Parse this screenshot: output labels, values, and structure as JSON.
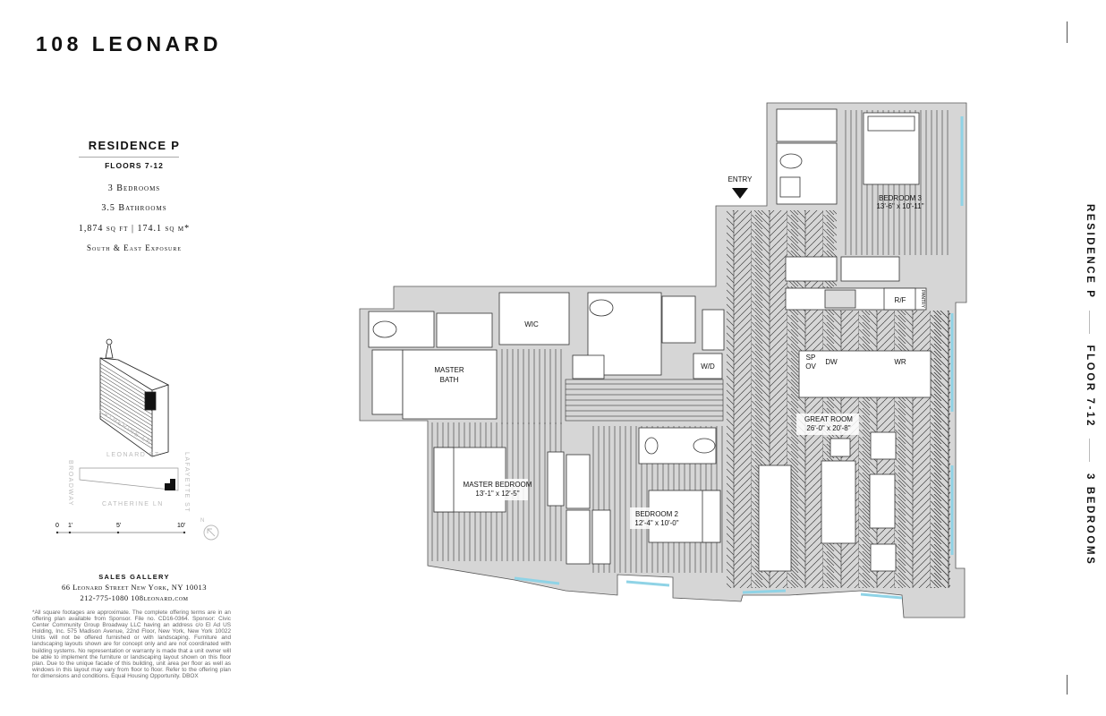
{
  "header": {
    "title": "108 LEONARD"
  },
  "residence": {
    "name": "RESIDENCE P",
    "floors": "FLOORS 7-12",
    "bedrooms": "3 Bedrooms",
    "bathrooms": "3.5 Bathrooms",
    "area": "1,874 sq ft  |  174.1 sq m*",
    "exposure": "South & East Exposure"
  },
  "keymap": {
    "iso_street": "CATHERINE LN",
    "north_street": "LEONARD ST",
    "east_street": "LAFAYETTE ST",
    "west_street": "BROADWAY",
    "south_street": "CATHERINE LN"
  },
  "scale": {
    "labels": [
      "0",
      "1'",
      "5'",
      "10'"
    ],
    "north": "N"
  },
  "sales": {
    "title": "SALES GALLERY",
    "address": "66 Leonard Street    New York, NY 10013",
    "contact": "212-775-1080  108leonard.com"
  },
  "disclaimer": "*All square footages are approximate. The complete offering terms are in an offering plan available from Sponsor. File no. CD16-0364. Sponsor: Civic Center Community Group Broadway LLC having an address c/o El Ad US Holding, Inc. 575 Madison Avenue, 22nd Floor, New York, New York 10022 Units will not be offered furnished or with landscaping. Furniture and landscaping layouts shown are for concept only and are not coordinated with building systems. No representation or warranty is made that a unit owner will be able to implement the furniture or landscaping layout shown on this floor plan. Due to the unique facade of this building, unit area per floor as well as windows in this layout may vary from floor to floor. Refer to the offering plan for dimensions and conditions. Equal Housing Opportunity. DBOX",
  "side_label": [
    "RESIDENCE P",
    "FLOOR 7-12",
    "3 BEDROOMS"
  ],
  "plan": {
    "entry": "ENTRY",
    "bedroom3": {
      "name": "BEDROOM 3",
      "size": "13'-6\" x 10'-11\""
    },
    "rf": "R/F",
    "pantry": "PANTRY",
    "wic": "WIC",
    "master_bath": [
      "MASTER",
      "BATH"
    ],
    "wd": "W/D",
    "sp": "SP",
    "ov": "OV",
    "dw": "DW",
    "wr": "WR",
    "great_room": {
      "name": "GREAT ROOM",
      "size": "26'-0\" x 20'-8\""
    },
    "master_bedroom": {
      "name": "MASTER BEDROOM",
      "size": "13'-1\" x 12'-5\""
    },
    "bedroom2": {
      "name": "BEDROOM 2",
      "size": "12'-4\" x 10'-0\""
    }
  },
  "colors": {
    "wall": "#d6d6d6",
    "window": "#8fd3e6",
    "line": "#222222"
  }
}
